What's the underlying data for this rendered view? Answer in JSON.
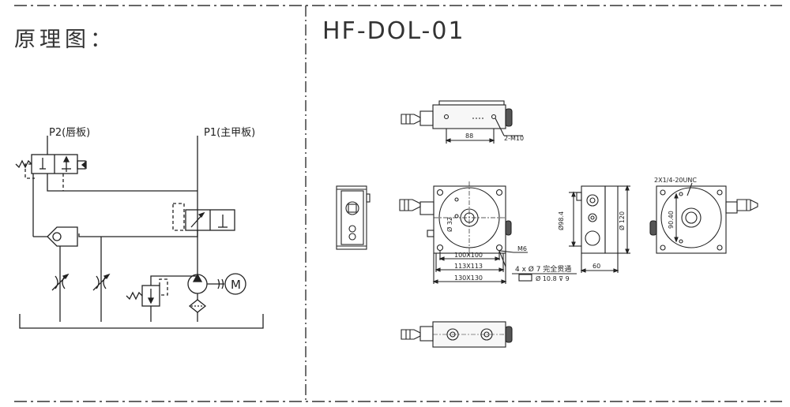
{
  "left_panel": {
    "title": "原理图：",
    "port_p2": "P2(唇板)",
    "port_p1": "P1(主甲板)",
    "motor_label": "M"
  },
  "right_panel": {
    "title": "HF-DOL-01",
    "dims": {
      "top_width": "88",
      "top_thread": "2-M10",
      "bore_dia": "Ø 32",
      "bolt_sq_1": "100X100",
      "bolt_sq_2": "113X113",
      "body_sq": "130X130",
      "thread_m6": "M6",
      "holes_note": "4 x Ø 7 完全贯通",
      "cbore_note": "Ø 10.8 ⊽ 9",
      "side_dia_1": "Ø98.4",
      "side_dia_2": "Ø 120",
      "side_len": "60",
      "port_thread": "2X1/4-20UNC",
      "port_spacing": "90.40"
    }
  }
}
